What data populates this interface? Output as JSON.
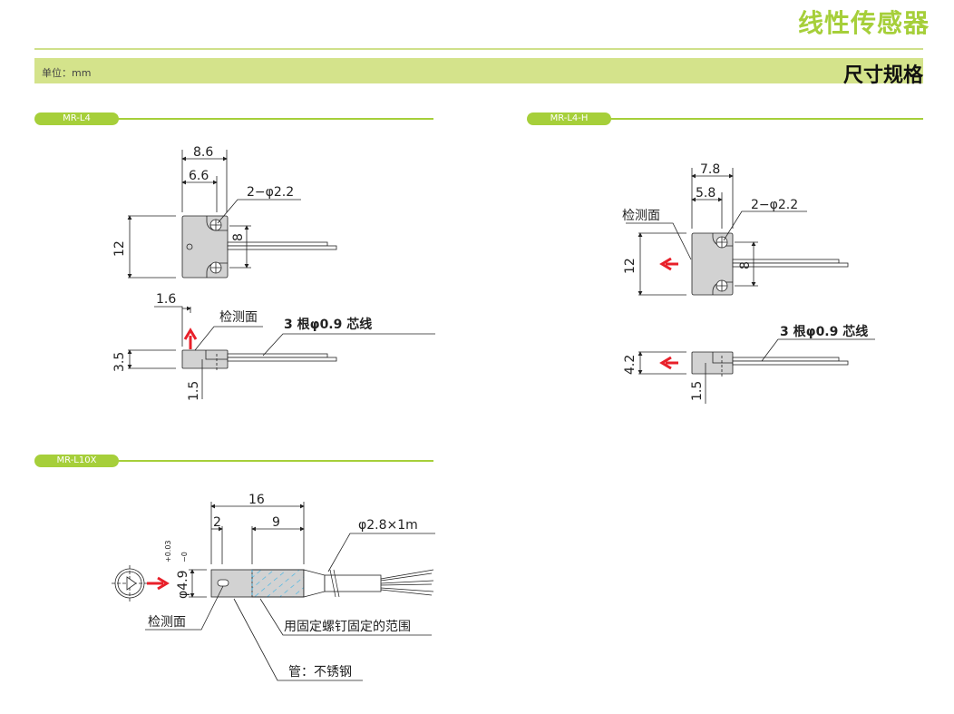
{
  "header": {
    "title": "线性传感器",
    "unit": "单位：mm",
    "section": "尺寸规格"
  },
  "colors": {
    "accent": "#a6cf3a",
    "band": "#d4e38b",
    "arrow": "#e8202a",
    "body": "#d2d2d2",
    "hatch": "#3fb4e6"
  },
  "mr_l4": {
    "label": "MR-L4",
    "dim_width": "8.6",
    "dim_hole_pos": "6.6",
    "dim_height": "12",
    "dim_hole_pitch": "8",
    "holes": "2−φ2.2",
    "dim_offset": "1.6",
    "detect_face": "检测面",
    "wires": "3 根φ0.9 芯线",
    "dim_thickness": "3.5",
    "dim_depth": "1.5"
  },
  "mr_l4h": {
    "label": "MR-L4-H",
    "dim_width": "7.8",
    "dim_hole_pos": "5.8",
    "dim_height": "12",
    "dim_hole_pitch": "8",
    "holes": "2−φ2.2",
    "detect_face": "检测面",
    "wires": "3 根φ0.9 芯线",
    "dim_thickness": "4.2",
    "dim_depth": "1.5"
  },
  "mr_l10x": {
    "label": "MR-L10X",
    "dim_length": "16",
    "dim_face": "2",
    "dim_fix": "9",
    "cable": "φ2.8×1m",
    "diameter": "φ4.9",
    "tol_plus": "+0.03",
    "tol_minus": "−0",
    "detect_face": "检测面",
    "fix_range": "用固定螺钉固定的范围",
    "tube": "管：不锈钢"
  }
}
